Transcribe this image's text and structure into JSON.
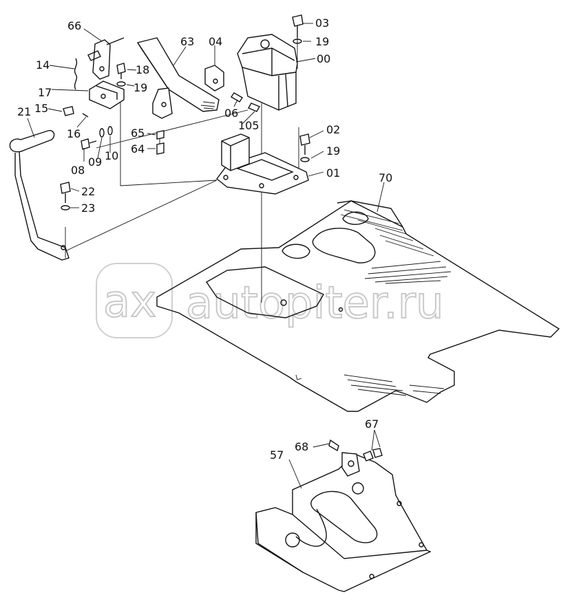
{
  "diagram": {
    "watermark": {
      "logo": "ax",
      "text": "autopiter.ru"
    },
    "callouts": [
      {
        "id": "66",
        "label": "66"
      },
      {
        "id": "14",
        "label": "14"
      },
      {
        "id": "18",
        "label": "18"
      },
      {
        "id": "19a",
        "label": "19"
      },
      {
        "id": "17",
        "label": "17"
      },
      {
        "id": "15",
        "label": "15"
      },
      {
        "id": "21",
        "label": "21"
      },
      {
        "id": "16",
        "label": "16"
      },
      {
        "id": "63",
        "label": "63"
      },
      {
        "id": "04",
        "label": "04"
      },
      {
        "id": "03",
        "label": "03"
      },
      {
        "id": "19b",
        "label": "19"
      },
      {
        "id": "00",
        "label": "00"
      },
      {
        "id": "06",
        "label": "06"
      },
      {
        "id": "105",
        "label": "105"
      },
      {
        "id": "65",
        "label": "65"
      },
      {
        "id": "64",
        "label": "64"
      },
      {
        "id": "08",
        "label": "08"
      },
      {
        "id": "09",
        "label": "09"
      },
      {
        "id": "10",
        "label": "10"
      },
      {
        "id": "02",
        "label": "02"
      },
      {
        "id": "19c",
        "label": "19"
      },
      {
        "id": "01",
        "label": "01"
      },
      {
        "id": "22",
        "label": "22"
      },
      {
        "id": "23",
        "label": "23"
      },
      {
        "id": "70",
        "label": "70"
      },
      {
        "id": "68",
        "label": "68"
      },
      {
        "id": "67",
        "label": "67"
      },
      {
        "id": "57",
        "label": "57"
      }
    ],
    "colors": {
      "line": "#111111",
      "watermark": "#c9c9c9",
      "background": "#ffffff"
    }
  }
}
